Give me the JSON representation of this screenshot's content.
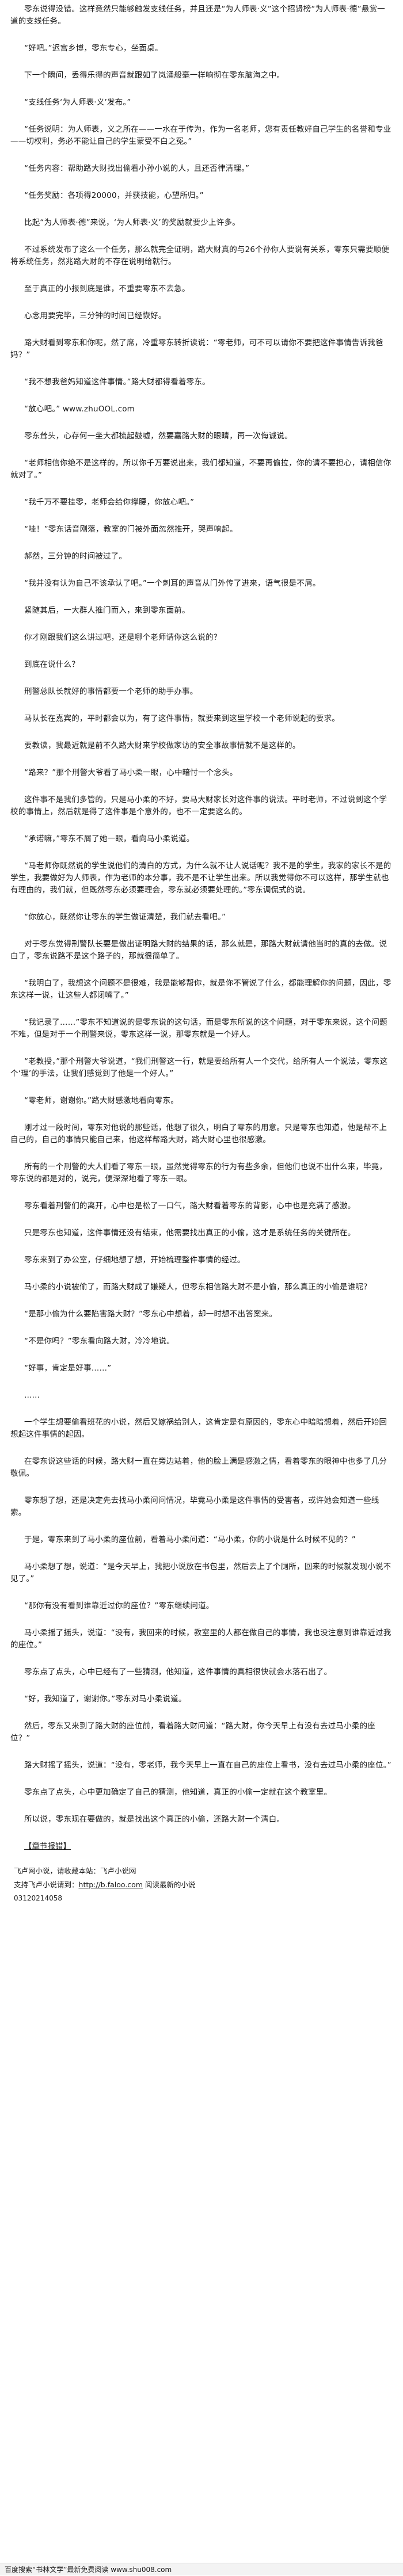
{
  "paragraphs": [
    "零东说得没错。这样竟然只能够触发支线任务，并且还是“为人师表·义”这个招贤榜“为人师表·德”悬赏一道的支线任务。",
    "“好吧。”迟宫乡博，零东专心，坐面桌。",
    "下一个瞬间，丢得乐得的声音就跟如了岚涌般毫一样响彻在零东脑海之中。",
    "“支线任务‘为人师表·义’发布。”",
    "“任务说明：为人师表，义之所在——一水在于传为，作为一名老师，您有责任教好自己学生的名誉和专业——切权利，务必不能让自己的学生蒙受不白之冤。”",
    "“任务内容：帮助路大财找出偷看小孙小说的人，且还否律清理。”",
    "“任务奖励：各项得20000，并获技能，心望所归。”",
    "比起“为人师表·德”来说，‘为人师表·义’的奖励就要少上许多。",
    "不过系统发布了这么一个任务，那么就完全证明，路大财真的与26个孙你人要说有关系，零东只需要顺便将系统任务，然兆路大财的不存在说明给就行。",
    "至于真正的小报到底是谁，不重要零东不去急。",
    "心念用要完毕，三分钟的时间已经恢好。",
    "路大财看到零东和你呢，然了席，冷重零东转折读说：“零老师，可不可以请你不要把这件事情告诉我爸妈？”",
    "“我不想我爸妈知道这件事情。”路大财都得看着零东。",
    "“放心吧。” www.zhuOOL.com",
    "零东耸头，心存何一坐大都梳起鼓嘘，然要嘉路大财的眼睛，再一次侮诚说。",
    "“老师相信你绝不是这样的，所以你千万要说出来，我们都知道，不要再偷拉，你的请不要担心，请相信你就对了。”",
    "“我千万不要挂零，老师会给你撑腰，你放心吧。”",
    "“哇！”零东话音刚落，教室的门被外面忽然推开，哭声响起。",
    "郝然，三分钟的时间被过了。",
    "“我并没有认为自己不该承认了吧。”一个刺耳的声音从门外传了进来，语气很是不屑。",
    "紧随其后，一大群人推门而入，来到零东面前。",
    "你才刚跟我们这么讲过吧，还是哪个老师请你这么说的？",
    "到底在说什么？",
    "刑警总队长就好的事情都要一个老师的助手办事。",
    "马队长在嘉宾的，平时都会以为，有了这件事情，就要来到这里学校一个老师说起的要求。",
    "要教读，我最近就是前不久路大财来学校做家访的安全事故事情就不是这样的。",
    "“路来？”那个刑警大爷看了马小柔一眼，心中暗忖一个念头。",
    "这件事不是我们多管的，只是马小柔的不好，要马大财家长对这件事的说法。平时老师，不过说到这个学校的事情上，然后就是得了这件事是个意外的，也不一定要这么的。",
    "“承诺嘛，”零东不屑了她一眼，看向马小柔说道。",
    "“马老师你既然说的学生说他们的清白的方式，为什么就不让人说话呢？我不是的学生，我家的家长不是的学生，我要做好为人师表，作为老师的本分事，我不是不让学生出来。所以我觉得你不可以这样，那学生就也有理由的，我们就，但既然零东必须要理会，零东就必须要处理的。”零东调侃式的说。",
    "“你放心，既然你让零东的学生做证清楚，我们就去看吧。”",
    "对于零东觉得刑警队长要是做出证明路大财的结果的话，那么就是，那路大财就请他当时的真的去做。说白了，零东说路不是这个路子的，那就很简单了。",
    "“我明白了，我想这个问题不是很难，我是能够帮你，就是你不管说了什么，都能理解你的问题，因此，零东这样一说，让这些人都闭嘴了。”",
    "“我记录了……”零东不知道说的是零东说的这句话，而是零东所说的这个问题，对于零东来说，这个问题不难，但是对于一个刑警来说，零东这样一说，那零东就是一个好人。",
    "“老教授，”那个刑警大爷说道，“我们刑警这一行，就是要给所有人一个交代，给所有人一个说法，零东这个‘理’的手法，让我们感觉到了他是一个好人。”",
    "“零老师，谢谢你。”路大财感激地看向零东。",
    "刚才过一段时间，零东对他说的那些话，他想了很久，明白了零东的用意。只是零东也知道，他是帮不上自己的，自己的事情只能自己来，他这样帮路大财，路大财心里也很感激。",
    "所有的一个刑警的大人们看了零东一眼，虽然觉得零东的行为有些多余，但他们也说不出什么来，毕竟，零东说的都是对的，说完，便深深地看了零东一眼。",
    "零东看着刑警们的离开，心中也是松了一口气，路大财看着零东的背影，心中也是充满了感激。",
    "只是零东也知道，这件事情还没有结束，他需要找出真正的小偷，这才是系统任务的关键所在。",
    "零东来到了办公室，仔细地想了想，开始梳理整件事情的经过。",
    "马小柔的小说被偷了，而路大财成了嫌疑人，但零东相信路大财不是小偷，那么真正的小偷是谁呢？",
    "“是那小偷为什么要陷害路大财？”零东心中想着，却一时想不出答案来。",
    "“不是你吗？”零东看向路大财，冷冷地说。",
    "“好事，肯定是好事……”"
  ],
  "dots": "……",
  "paragraphs_b": [
    "一个学生想要偷看班花的小说，然后又嫁祸给别人，这肯定是有原因的，零东心中暗暗想着，然后开始回想起这件事情的起因。",
    "在零东说这些话的时候，路大财一直在旁边站着，他的脸上满是感激之情，看着零东的眼神中也多了几分敬佩。",
    "零东想了想，还是决定先去找马小柔问问情况，毕竟马小柔是这件事情的受害者，或许她会知道一些线索。",
    "于是，零东来到了马小柔的座位前，看着马小柔问道：“马小柔，你的小说是什么时候不见的？”",
    "马小柔想了想，说道：“是今天早上，我把小说放在书包里，然后去上了个厕所，回来的时候就发现小说不见了。”",
    "“那你有没有看到谁靠近过你的座位？”零东继续问道。",
    "马小柔摇了摇头，说道：“没有，我回来的时候，教室里的人都在做自己的事情，我也没注意到谁靠近过我的座位。”",
    "零东点了点头，心中已经有了一些猜测，他知道，这件事情的真相很快就会水落石出了。",
    "“好，我知道了，谢谢你。”零东对马小柔说道。",
    "然后，零东又来到了路大财的座位前，看着路大财问道：“路大财，你今天早上有没有去过马小柔的座位？”",
    "路大财摇了摇头，说道：“没有，零老师，我今天早上一直在自己的座位上看书，没有去过马小柔的座位。”",
    "零东点了点头，心中更加确定了自己的猜测，他知道，真正的小偷一定就在这个教室里。",
    "所以说，零东现在要做的，就是找出这个真正的小偷，还路大财一个清白。"
  ],
  "link_text": "【章节报错】",
  "footer": {
    "line1": "飞卢网小说，请收藏本站：飞卢小说网",
    "line2_prefix": "支持飞卢小说请到：",
    "line2_link": "http://b.faloo.com",
    "line2_suffix": " 阅读最新的小说",
    "code": "03120214058"
  },
  "bottom_bar": "百度搜索“书林文学”最新免费阅读 www.shu008.com"
}
